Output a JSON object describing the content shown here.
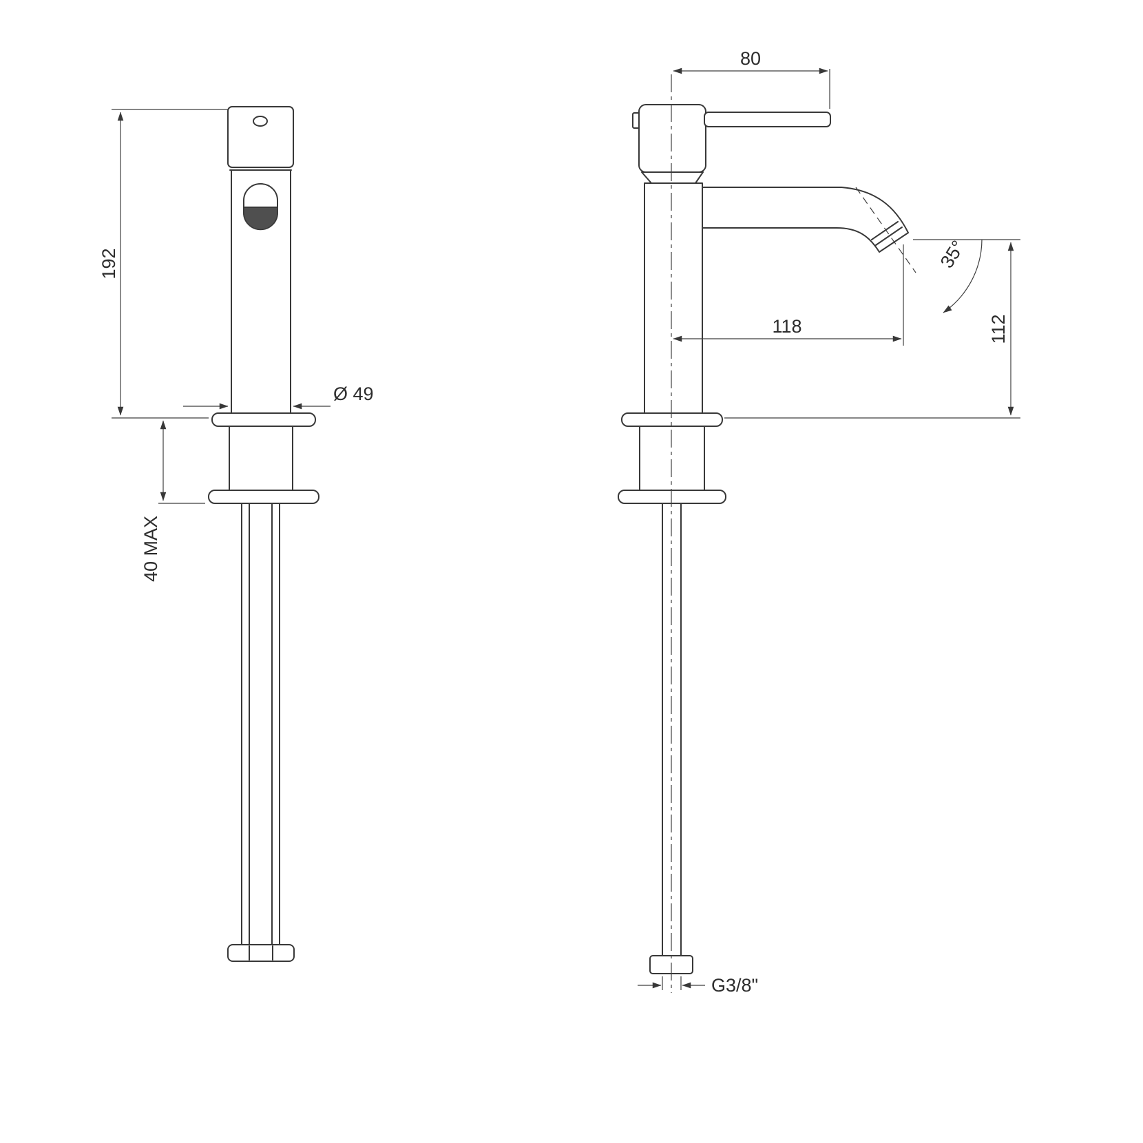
{
  "drawing": {
    "background": "#ffffff",
    "line_color": "#383838",
    "dimensions": {
      "overall_height": "192",
      "max_deck_thickness": "40 MAX",
      "base_diameter": "Ø 49",
      "handle_projection": "80",
      "outlet_angle": "35°",
      "spout_reach": "118",
      "outlet_height": "112",
      "inlet_connection": "G3/8\""
    }
  }
}
